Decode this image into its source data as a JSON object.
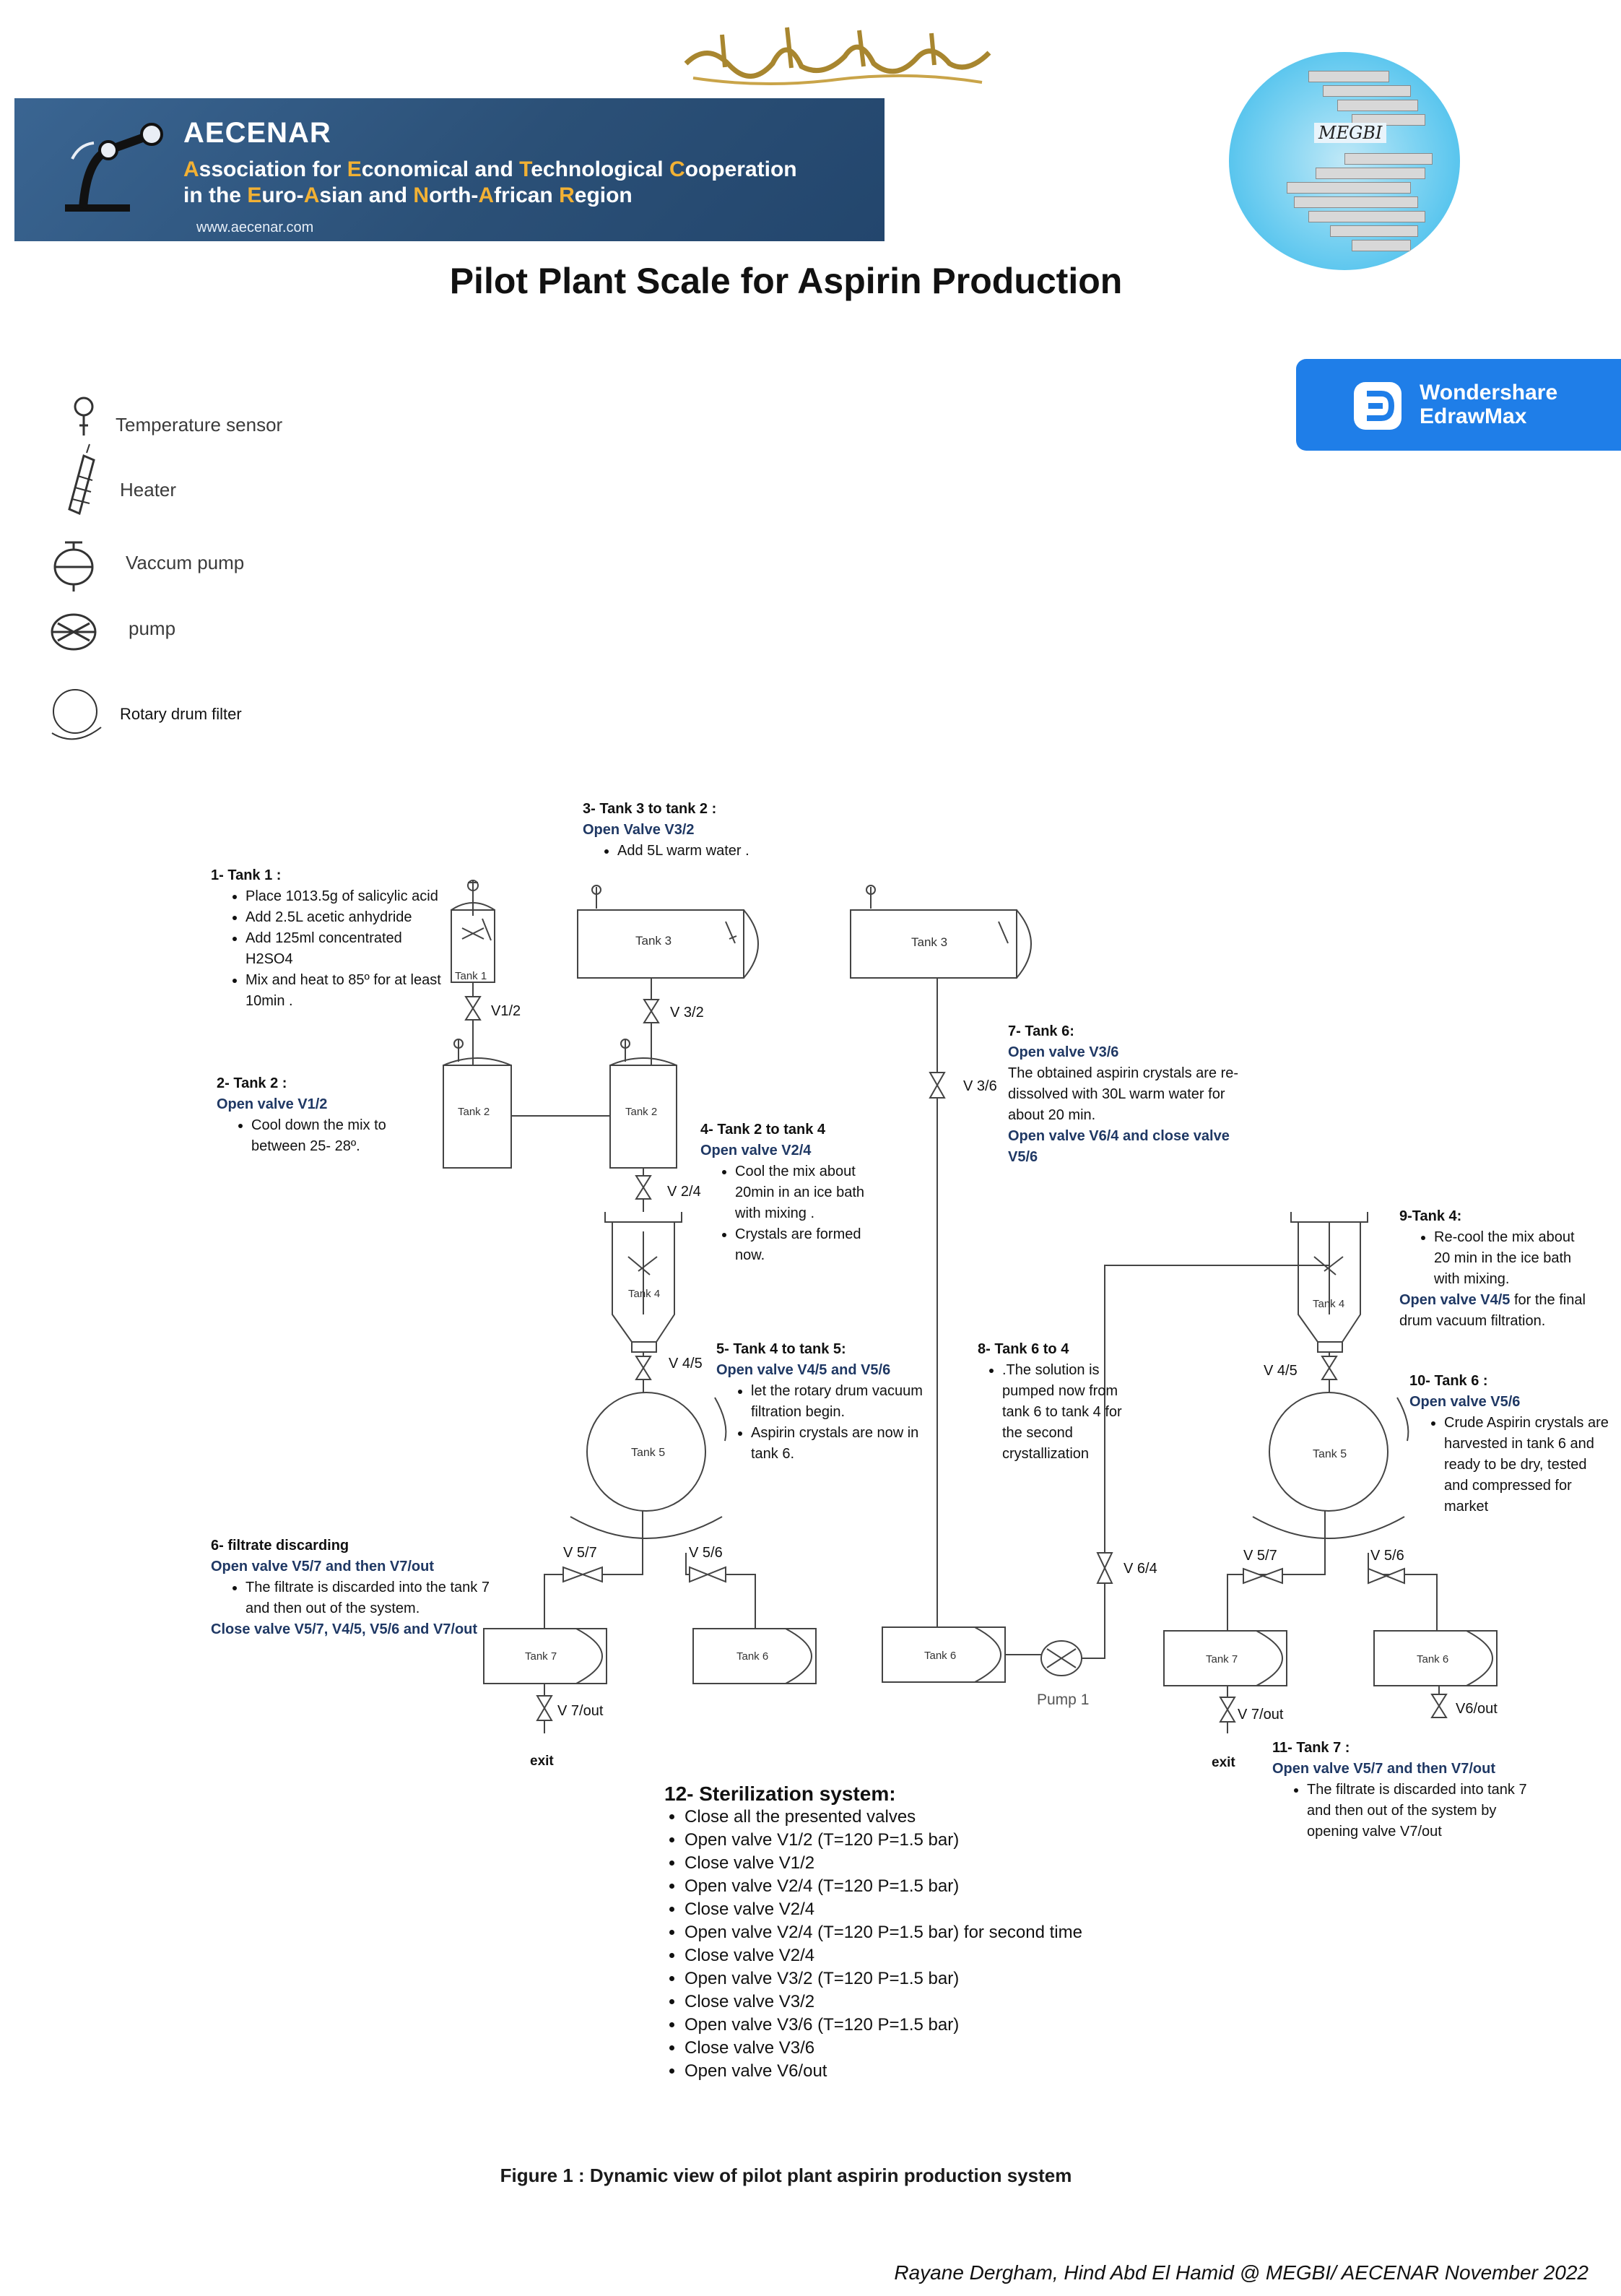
{
  "header": {
    "org_name": "AECENAR",
    "org_line1_a": "A",
    "org_line1_b": "ssociation for ",
    "org_line1_c": "E",
    "org_line1_d": "conomical and ",
    "org_line1_e": "T",
    "org_line1_f": "echnological ",
    "org_line1_g": "C",
    "org_line1_h": "ooperation",
    "org_line2_a": "in the ",
    "org_line2_b": "E",
    "org_line2_c": "uro-",
    "org_line2_d": "A",
    "org_line2_e": "sian and ",
    "org_line2_f": "N",
    "org_line2_g": "orth-",
    "org_line2_h": "A",
    "org_line2_i": "frican ",
    "org_line2_j": "R",
    "org_line2_k": "egion",
    "org_url": "www.aecenar.com",
    "megbi_label": "MEGBI",
    "title": "Pilot Plant Scale for Aspirin Production",
    "edraw_line1": "Wondershare",
    "edraw_line2": "EdrawMax"
  },
  "legend": [
    {
      "icon": "temperature-sensor-icon",
      "label": "Temperature sensor"
    },
    {
      "icon": "heater-icon",
      "label": "Heater"
    },
    {
      "icon": "vacuum-pump-icon",
      "label": "Vaccum pump"
    },
    {
      "icon": "pump-icon",
      "label": "pump"
    },
    {
      "icon": "rotary-drum-filter-icon",
      "label": "Rotary drum filter"
    }
  ],
  "equipment": {
    "tank1": "Tank 1",
    "tank2a": "Tank 2",
    "tank2b": "Tank 2",
    "tank3a": "Tank 3",
    "tank3b": "Tank 3",
    "tank4a": "Tank 4",
    "tank4b": "Tank 4",
    "tank5a": "Tank 5",
    "tank5b": "Tank 5",
    "tank7a": "Tank 7",
    "tank6a": "Tank 6",
    "tank6b": "Tank 6",
    "tank7b": "Tank 7",
    "tank6c": "Tank 6",
    "pump1": "Pump 1",
    "exit_a": "exit",
    "exit_b": "exit"
  },
  "valves": {
    "v12": "V1/2",
    "v32": "V 3/2",
    "v36": "V 3/6",
    "v24": "V 2/4",
    "v45a": "V 4/5",
    "v45b": "V 4/5",
    "v57a": "V 5/7",
    "v56a": "V 5/6",
    "v64": "V 6/4",
    "v57b": "V 5/7",
    "v56b": "V 5/6",
    "v7out_a": "V 7/out",
    "v7out_b": "V 7/out",
    "v6out": "V6/out"
  },
  "steps": {
    "s1": {
      "title": "1- Tank 1 :",
      "items": [
        "Place 1013.5g of salicylic acid",
        "Add 2.5L acetic anhydride",
        "Add 125ml concentrated H2SO4",
        "Mix and heat to 85º for at least 10min ."
      ]
    },
    "s2": {
      "title": "2- Tank 2 :",
      "action": "Open valve V1/2",
      "items": [
        "Cool down the mix to between 25- 28º."
      ]
    },
    "s3": {
      "title": "3- Tank 3 to tank 2 :",
      "action": "Open Valve V3/2",
      "items": [
        "Add 5L warm water ."
      ]
    },
    "s4": {
      "title": "4- Tank 2 to tank 4",
      "action": "Open valve V2/4",
      "items": [
        "Cool the mix about 20min in an ice bath with mixing .",
        "Crystals are formed now."
      ]
    },
    "s5": {
      "title": "5- Tank 4 to tank 5:",
      "action": "Open valve V4/5 and V5/6",
      "items": [
        "let the rotary drum vacuum filtration begin.",
        "Aspirin crystals are now in tank 6."
      ]
    },
    "s6": {
      "title": "6- filtrate discarding",
      "action": "Open valve V5/7 and then V7/out",
      "items": [
        "The filtrate is discarded into the tank 7 and then out of the system."
      ],
      "action2": "Close valve V5/7, V4/5, V5/6 and V7/out"
    },
    "s7": {
      "title": "7- Tank 6:",
      "action": "Open valve V3/6",
      "text": "The obtained aspirin crystals are re-dissolved with 30L warm water for about 20 min.",
      "action2": "Open valve V6/4 and close valve V5/6"
    },
    "s8": {
      "title": "8- Tank 6 to 4",
      "items": [
        ".The solution is pumped now from tank 6 to tank 4 for the second crystallization"
      ]
    },
    "s9": {
      "title": "9-Tank 4:",
      "items": [
        "Re-cool the mix about 20 min in the ice bath with mixing."
      ],
      "action": "Open valve V4/5",
      "text_after": " for the final drum vacuum filtration."
    },
    "s10": {
      "title": "10- Tank 6 :",
      "action": "Open valve V5/6",
      "items": [
        "Crude Aspirin crystals are harvested in tank 6 and ready to be dry, tested and compressed for market"
      ]
    },
    "s11": {
      "title": "11- Tank 7 :",
      "action": "Open valve V5/7 and then V7/out",
      "items": [
        "The filtrate is discarded into tank 7 and then out of the system by opening valve V7/out"
      ]
    }
  },
  "sterilization": {
    "title": "12- Sterilization system:",
    "items": [
      " Close all the presented valves",
      "Open valve V1/2 (T=120 P=1.5 bar)",
      "Close valve V1/2",
      "Open valve V2/4 (T=120 P=1.5 bar)",
      "Close valve V2/4",
      "Open valve V2/4 (T=120 P=1.5 bar) for second time",
      "Close valve V2/4",
      "Open valve V3/2 (T=120 P=1.5 bar)",
      "Close valve V3/2",
      "Open valve V3/6 (T=120 P=1.5 bar)",
      "Close valve V3/6",
      "Open valve V6/out"
    ]
  },
  "caption": "Figure 1 : Dynamic view of pilot plant aspirin production system",
  "footer": "Rayane Dergham, Hind Abd El Hamid  @ MEGBI/ AECENAR  November 2022"
}
